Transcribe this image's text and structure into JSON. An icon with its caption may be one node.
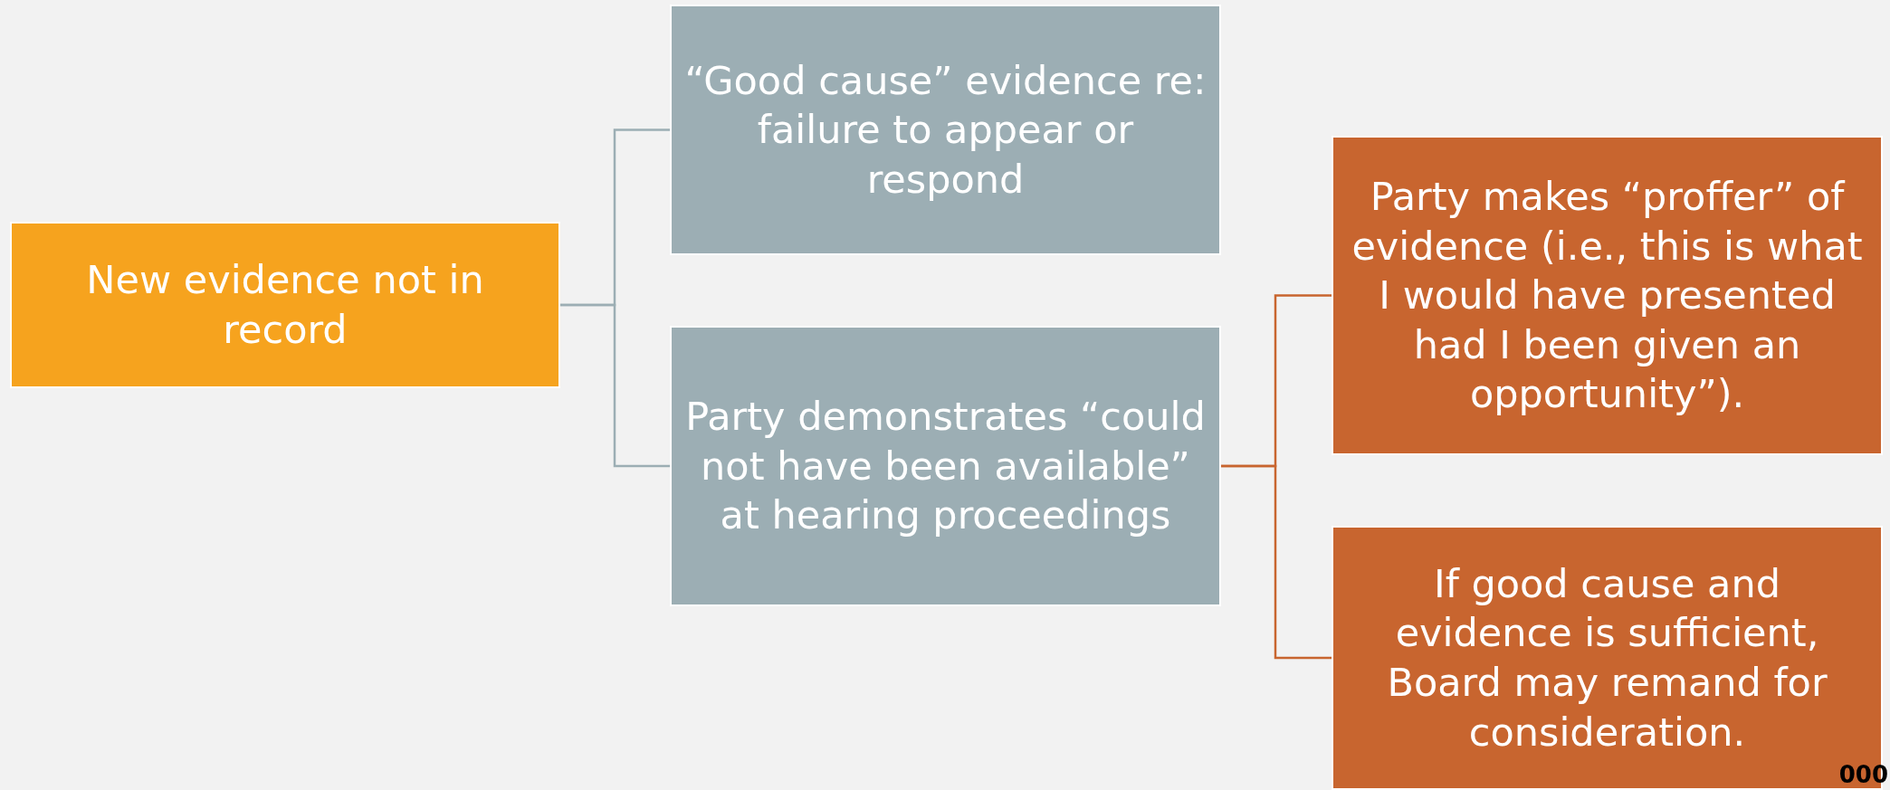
{
  "diagram": {
    "nodes": [
      {
        "text": [
          "New evidence not in record"
        ]
      },
      {
        "text": [
          "“Good cause” evidence re: failure to appear or respond"
        ]
      },
      {
        "text": [
          "Party demonstrates “could not have been available” at hearing proceedings"
        ]
      },
      {
        "text": [
          "Party makes “proffer” of evidence (i.e., this is what I would have presented had I been given an opportunity”)."
        ]
      },
      {
        "text": [
          "If good cause and evidence is sufficient, Board may remand for consideration."
        ]
      }
    ],
    "edges": [
      {
        "from": 0,
        "to": 1,
        "arrow": "none"
      },
      {
        "from": 0,
        "to": 2,
        "arrow": "none"
      },
      {
        "from": 2,
        "to": 3,
        "arrow": "none",
        "color": "#c8652f"
      },
      {
        "from": 2,
        "to": 4,
        "arrow": "none",
        "color": "#c8652f"
      }
    ],
    "labels": [
      "000"
    ]
  }
}
